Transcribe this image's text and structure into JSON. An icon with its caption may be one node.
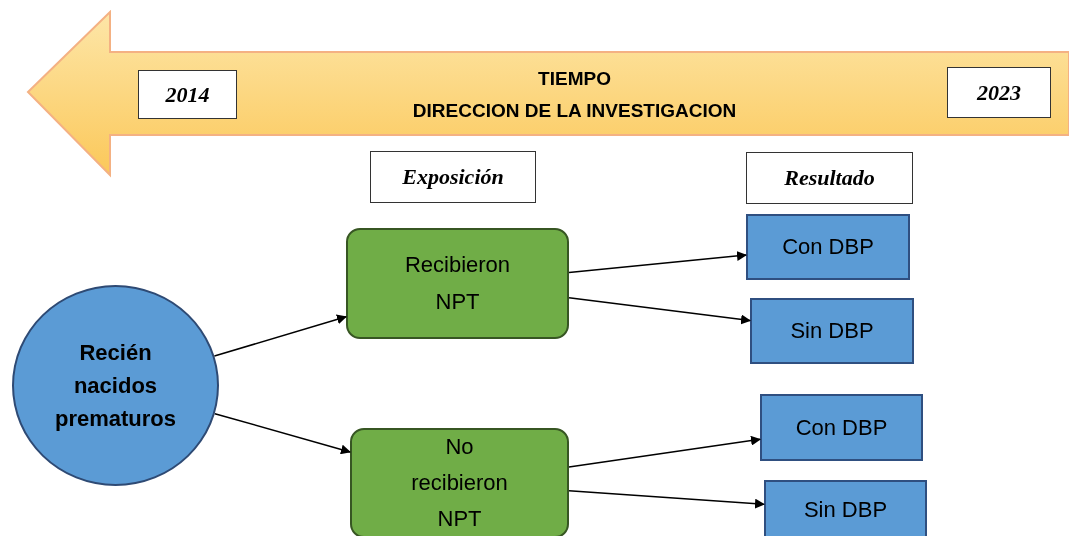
{
  "diagram": {
    "nodes": [
      {
        "text": [
          "TIEMPO",
          "DIRECCION DE LA INVESTIGACION"
        ]
      },
      {
        "text": [
          "2014"
        ],
        "in": 0
      },
      {
        "text": [
          "2023"
        ],
        "in": 0
      },
      {
        "text": [
          "Exposición"
        ]
      },
      {
        "text": [
          "Resultado"
        ]
      },
      {
        "text": [
          "Recién nacidos prematuros"
        ]
      },
      {
        "text": [
          "Recibieron NPT"
        ]
      },
      {
        "text": [
          "No recibieron NPT"
        ]
      },
      {
        "text": [
          "Con DBP"
        ]
      },
      {
        "text": [
          "Sin DBP"
        ]
      },
      {
        "text": [
          "Con DBP"
        ]
      },
      {
        "text": [
          "Sin DBP"
        ]
      }
    ],
    "edges": [
      {
        "from": 5,
        "to": 6,
        "arrow": "to"
      },
      {
        "from": 5,
        "to": 7,
        "arrow": "to"
      },
      {
        "from": 6,
        "to": 8,
        "arrow": "to"
      },
      {
        "from": 6,
        "to": 9,
        "arrow": "to"
      },
      {
        "from": 7,
        "to": 10,
        "arrow": "to"
      },
      {
        "from": 7,
        "to": 11,
        "arrow": "to"
      }
    ]
  }
}
